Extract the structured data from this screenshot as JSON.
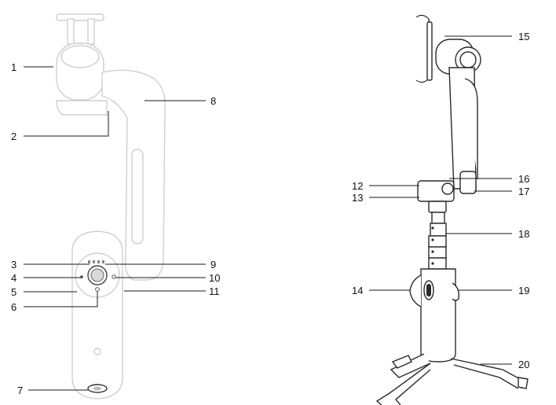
{
  "figure": {
    "left_device": "gimbal-folded-view",
    "right_device": "selfie-stick-tripod-view"
  },
  "callouts": [
    {
      "id": "1",
      "label": "1"
    },
    {
      "id": "2",
      "label": "2"
    },
    {
      "id": "3",
      "label": "3"
    },
    {
      "id": "4",
      "label": "4"
    },
    {
      "id": "5",
      "label": "5"
    },
    {
      "id": "6",
      "label": "6"
    },
    {
      "id": "7",
      "label": "7"
    },
    {
      "id": "8",
      "label": "8"
    },
    {
      "id": "9",
      "label": "9"
    },
    {
      "id": "10",
      "label": "10"
    },
    {
      "id": "11",
      "label": "11"
    },
    {
      "id": "12",
      "label": "12"
    },
    {
      "id": "13",
      "label": "13"
    },
    {
      "id": "14",
      "label": "14"
    },
    {
      "id": "15",
      "label": "15"
    },
    {
      "id": "16",
      "label": "16"
    },
    {
      "id": "17",
      "label": "17"
    },
    {
      "id": "18",
      "label": "18"
    },
    {
      "id": "19",
      "label": "19"
    },
    {
      "id": "20",
      "label": "20"
    }
  ],
  "colors": {
    "highlight_outline": "#2a2a2a",
    "faded_outline": "#cfcfcf",
    "leader_line": "#1a1a1a",
    "background": "#ffffff"
  }
}
